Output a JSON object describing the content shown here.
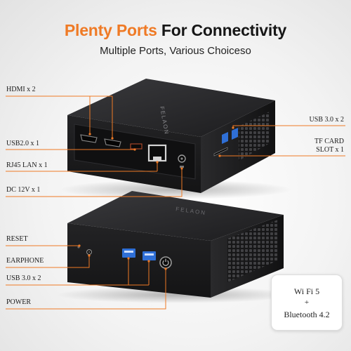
{
  "headline": {
    "accent": "Plenty Ports",
    "rest": "For Connectivity"
  },
  "subheadline": "Multiple Ports, Various Choiceso",
  "brand": "FELAON",
  "callouts_left": [
    {
      "key": "hdmi",
      "text": "HDMI x 2"
    },
    {
      "key": "usb2",
      "text": "USB2.0 x 1"
    },
    {
      "key": "rj45",
      "text": "RJ45 LAN x 1"
    },
    {
      "key": "dc",
      "text": "DC 12V x 1"
    },
    {
      "key": "reset",
      "text": "RESET"
    },
    {
      "key": "earphone",
      "text": "EARPHONE"
    },
    {
      "key": "usb3_front",
      "text": "USB 3.0 x 2"
    },
    {
      "key": "power",
      "text": "POWER"
    }
  ],
  "callouts_right": [
    {
      "key": "usb3_side",
      "text": "USB 3.0 x 2"
    },
    {
      "key": "tf_card_1",
      "text": "TF CARD"
    },
    {
      "key": "tf_card_2",
      "text": "SLOT x 1"
    }
  ],
  "badge": {
    "line1": "Wi Fi 5",
    "line2": "+",
    "line3": "Bluetooth 4.2"
  },
  "colors": {
    "accent": "#ef7a25",
    "device": "#1b1b1d",
    "usb3_blue": "#2f6fd6"
  }
}
